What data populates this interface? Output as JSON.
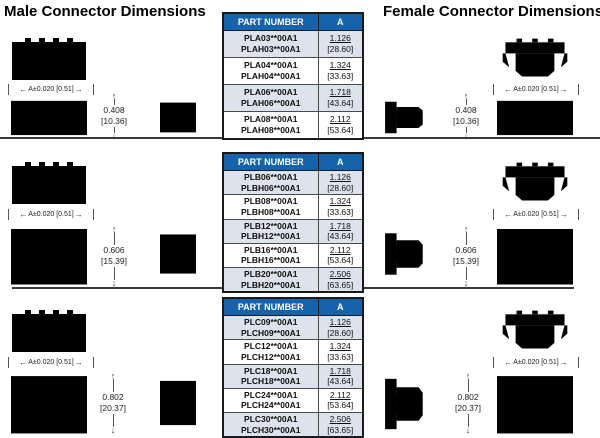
{
  "page": {
    "male_title": "Male Connector Dimensions",
    "female_title": "Female Connector Dimensions"
  },
  "icons": {
    "arrow_left": "←",
    "arrow_right": "→",
    "arrow_up": "↑",
    "arrow_down": "↓"
  },
  "colors": {
    "table_header_bg": "#1463ac",
    "table_header_text": "#ffffff",
    "table_row_alt_bg": "#dde3ec",
    "drawing_line": "#4f4f4f"
  },
  "width_dim_label": "A±0.020 [0.51]",
  "sections": [
    {
      "height_in": "0.408",
      "height_mm": "[10.36]",
      "table": {
        "col_part": "PART NUMBER",
        "col_a": "A",
        "rows": [
          {
            "part1": "PLA03**00A1",
            "part2": "PLAH03**00A1",
            "a_in": "1.126",
            "a_mm": "[28.60]"
          },
          {
            "part1": "PLA04**00A1",
            "part2": "PLAH04**00A1",
            "a_in": "1.324",
            "a_mm": "[33.63]"
          },
          {
            "part1": "PLA06**00A1",
            "part2": "PLAH06**00A1",
            "a_in": "1.718",
            "a_mm": "[43.64]"
          },
          {
            "part1": "PLA08**00A1",
            "part2": "PLAH08**00A1",
            "a_in": "2.112",
            "a_mm": "[53.64]"
          }
        ]
      }
    },
    {
      "height_in": "0.606",
      "height_mm": "[15.39]",
      "table": {
        "col_part": "PART NUMBER",
        "col_a": "A",
        "rows": [
          {
            "part1": "PLB06**00A1",
            "part2": "PLBH06**00A1",
            "a_in": "1.126",
            "a_mm": "[28.60]"
          },
          {
            "part1": "PLB08**00A1",
            "part2": "PLBH08**00A1",
            "a_in": "1.324",
            "a_mm": "[33.63]"
          },
          {
            "part1": "PLB12**00A1",
            "part2": "PLBH12**00A1",
            "a_in": "1.718",
            "a_mm": "[43.64]"
          },
          {
            "part1": "PLB16**00A1",
            "part2": "PLBH16**00A1",
            "a_in": "2.112",
            "a_mm": "[53.64]"
          },
          {
            "part1": "PLB20**00A1",
            "part2": "PLBH20**00A1",
            "a_in": "2.506",
            "a_mm": "[63.65]"
          }
        ]
      }
    },
    {
      "height_in": "0.802",
      "height_mm": "[20.37]",
      "table": {
        "col_part": "PART NUMBER",
        "col_a": "A",
        "rows": [
          {
            "part1": "PLC09**00A1",
            "part2": "PLCH09**00A1",
            "a_in": "1.126",
            "a_mm": "[28.60]"
          },
          {
            "part1": "PLC12**00A1",
            "part2": "PLCH12**00A1",
            "a_in": "1.324",
            "a_mm": "[33.63]"
          },
          {
            "part1": "PLC18**00A1",
            "part2": "PLCH18**00A1",
            "a_in": "1.718",
            "a_mm": "[43.64]"
          },
          {
            "part1": "PLC24**00A1",
            "part2": "PLCH24**00A1",
            "a_in": "2.112",
            "a_mm": "[53.64]"
          },
          {
            "part1": "PLC30**00A1",
            "part2": "PLCH30**00A1",
            "a_in": "2.506",
            "a_mm": "[63.65]"
          }
        ]
      }
    }
  ]
}
